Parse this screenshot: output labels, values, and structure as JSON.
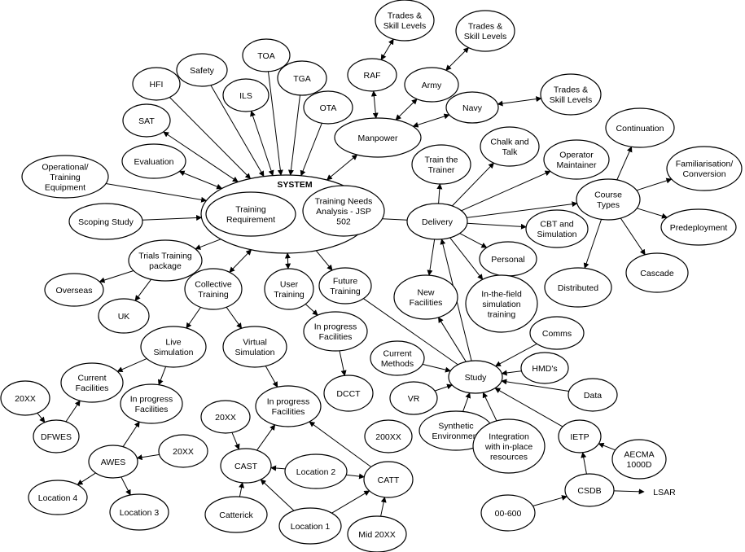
{
  "title": "SYSTEM",
  "nodes": {
    "trades_raf": [
      "Trades &",
      "Skill Levels"
    ],
    "trades_army": [
      "Trades &",
      "Skill Levels"
    ],
    "trades_navy": [
      "Trades &",
      "Skill Levels"
    ],
    "raf": [
      "RAF"
    ],
    "army": [
      "Army"
    ],
    "navy": [
      "Navy"
    ],
    "toa": [
      "TOA"
    ],
    "safety": [
      "Safety"
    ],
    "hfi": [
      "HFI"
    ],
    "tga": [
      "TGA"
    ],
    "ils": [
      "ILS"
    ],
    "ota": [
      "OTA"
    ],
    "sat": [
      "SAT"
    ],
    "evaluation": [
      "Evaluation"
    ],
    "op_equipment": [
      "Operational/",
      "Training",
      "Equipment"
    ],
    "manpower": [
      "Manpower"
    ],
    "chalk": [
      "Chalk and",
      "Talk"
    ],
    "train_trainer": [
      "Train the",
      "Trainer"
    ],
    "op_maintainer": [
      "Operator",
      "Maintainer"
    ],
    "continuation": [
      "Continuation"
    ],
    "familiarisation": [
      "Familiarisation/",
      "Conversion"
    ],
    "course_types": [
      "Course",
      "Types"
    ],
    "predeployment": [
      "Predeployment"
    ],
    "cascade": [
      "Cascade"
    ],
    "distributed": [
      "Distributed"
    ],
    "scoping": [
      "Scoping Study"
    ],
    "training_req": [
      "Training",
      "Requirement"
    ],
    "tna": [
      "Training Needs",
      "Analysis - JSP",
      "502"
    ],
    "delivery": [
      "Delivery"
    ],
    "cbt": [
      "CBT and",
      "Simulation"
    ],
    "personal": [
      "Personal"
    ],
    "trials": [
      "Trials Training",
      "package"
    ],
    "overseas": [
      "Overseas"
    ],
    "uk": [
      "UK"
    ],
    "collective": [
      "Collective",
      "Training"
    ],
    "user_training": [
      "User",
      "Training"
    ],
    "future_training": [
      "Future",
      "Training"
    ],
    "new_facilities": [
      "New",
      "Facilities"
    ],
    "in_field": [
      "In-the-field",
      "simulation",
      "training"
    ],
    "live_sim": [
      "Live",
      "Simulation"
    ],
    "virtual_sim": [
      "Virtual",
      "Simulation"
    ],
    "in_progress_user": [
      "In progress",
      "Facilities"
    ],
    "comms": [
      "Comms"
    ],
    "current_methods": [
      "Current",
      "Methods"
    ],
    "hmds": [
      "HMD's"
    ],
    "study": [
      "Study"
    ],
    "current_fac": [
      "Current",
      "Facilities"
    ],
    "vr": [
      "VR"
    ],
    "data": [
      "Data"
    ],
    "dcct": [
      "DCCT"
    ],
    "in_progress_live": [
      "In progress",
      "Facilities"
    ],
    "in_progress_virtual": [
      "In progress",
      "Facilities"
    ],
    "yr_20xx_a": [
      "20XX"
    ],
    "dfwes": [
      "DFWES"
    ],
    "yr_20xx_b": [
      "20XX"
    ],
    "synthetic": [
      "Synthetic",
      "Environment"
    ],
    "integration": [
      "Integration",
      "with in-place",
      "resources"
    ],
    "ietp": [
      "IETP"
    ],
    "yr_200xx": [
      "200XX"
    ],
    "awes": [
      "AWES"
    ],
    "yr_20xx_c": [
      "20XX"
    ],
    "cast": [
      "CAST"
    ],
    "location2": [
      "Location 2"
    ],
    "catt": [
      "CATT"
    ],
    "aecma": [
      "AECMA",
      "1000D"
    ],
    "location4": [
      "Location 4"
    ],
    "location3": [
      "Location 3"
    ],
    "catterick": [
      "Catterick"
    ],
    "location1": [
      "Location 1"
    ],
    "mid20xx": [
      "Mid 20XX"
    ],
    "csdb": [
      "CSDB"
    ],
    "lsar": [
      "LSAR"
    ],
    "std_00_600": [
      "00-600"
    ]
  }
}
